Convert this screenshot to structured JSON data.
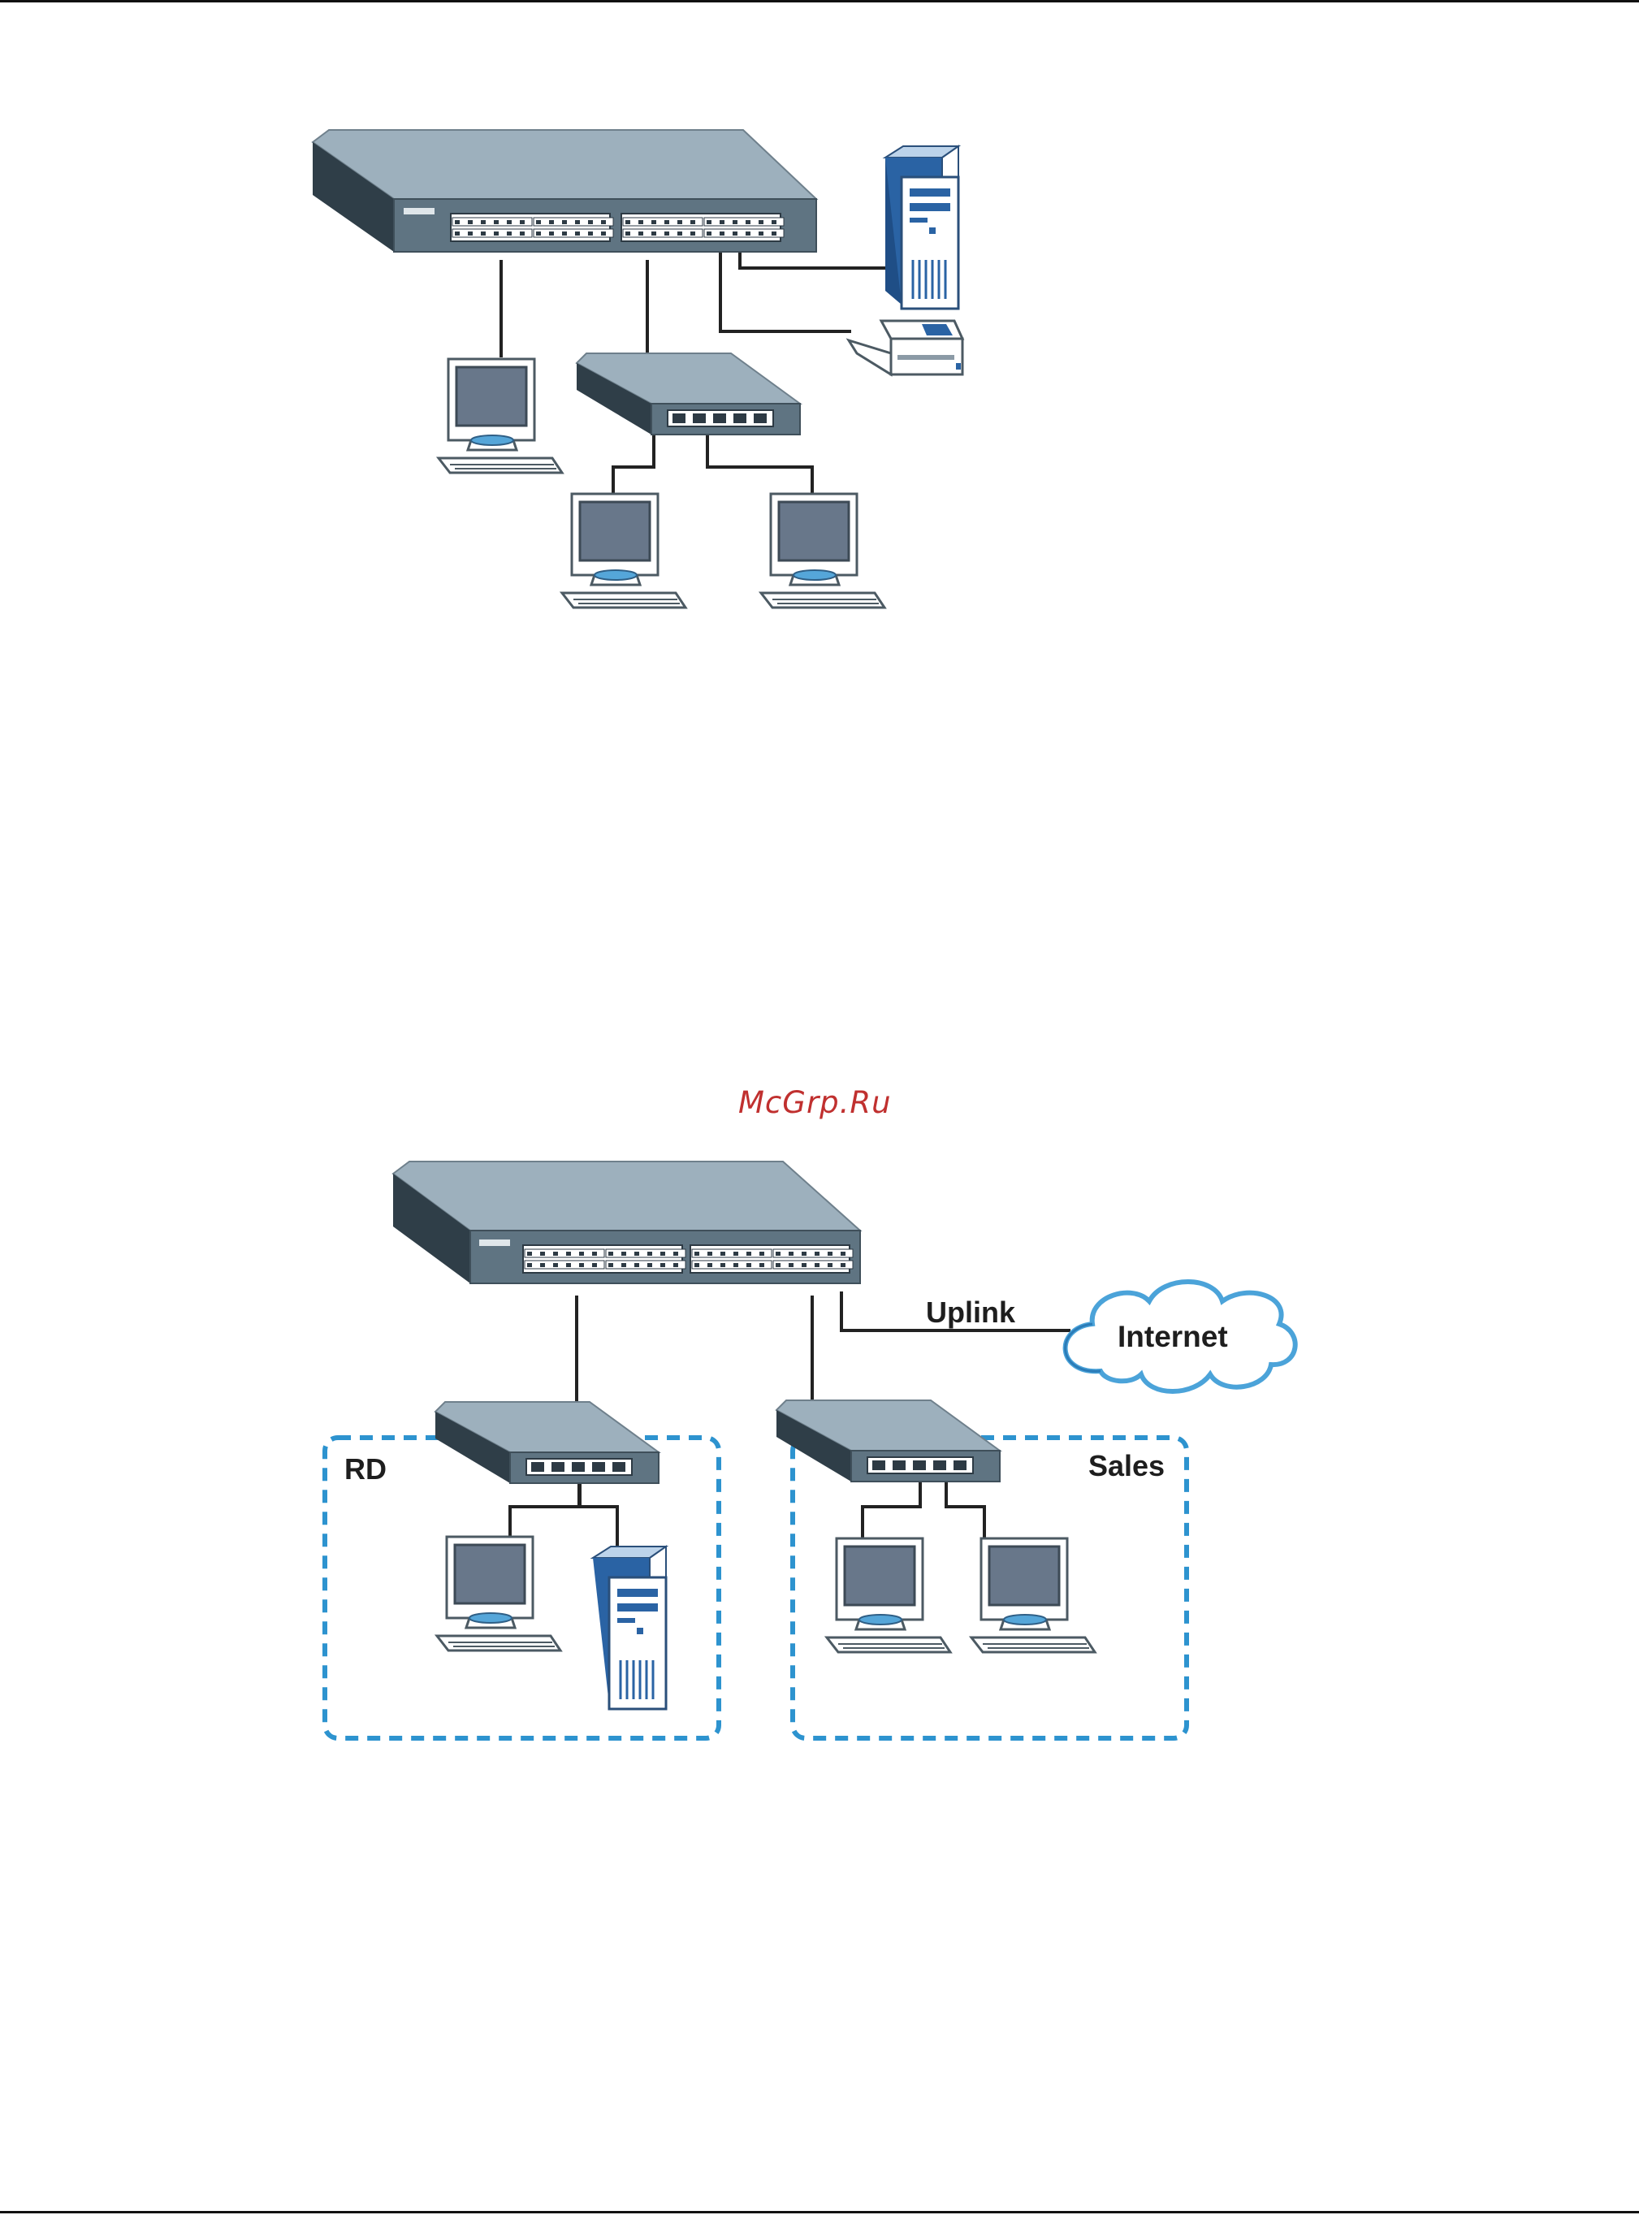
{
  "watermark": "McGrp.Ru",
  "figure2": {
    "uplink_label": "Uplink",
    "internet_label": "Internet",
    "group_rd_label": "RD",
    "group_sales_label": "Sales"
  },
  "colors": {
    "device_face": "#5f7482",
    "device_top": "#9db0bd",
    "device_side": "#2f3e48",
    "server_blue": "#2a63a4",
    "group_border": "#2d93cf",
    "cloud_outline": "#4ba3d9",
    "watermark": "#c0302f"
  }
}
